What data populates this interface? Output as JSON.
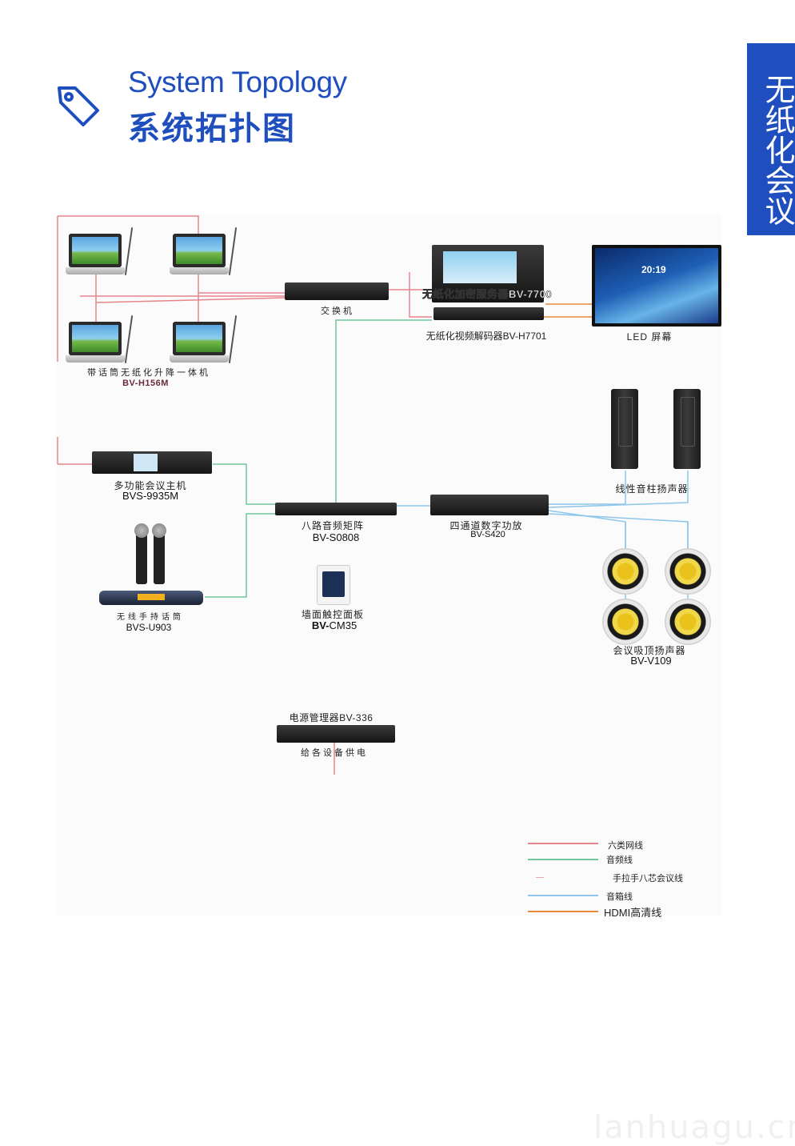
{
  "side_tab": {
    "text": "无纸化会议"
  },
  "header": {
    "title_en": "System Topology",
    "title_cn": "系统拓扑图"
  },
  "devices": {
    "laptops": {
      "label": "带话筒无纸化升降一体机",
      "model": "BV-H156M"
    },
    "switch": {
      "label": "交换机"
    },
    "server": {
      "overlay_text": "无纸化加密服务器BV-7700"
    },
    "decoder": {
      "label": "无纸化视频解码器BV-H7701"
    },
    "led": {
      "label": "LED 屏幕",
      "screen_time": "20:19"
    },
    "host": {
      "label": "多功能会议主机",
      "model": "BVS-9935M"
    },
    "matrix": {
      "label": "八路音频矩阵",
      "model": "BV-S0808"
    },
    "amplifier": {
      "label": "四通道数字功放",
      "model": "BV-S420"
    },
    "column_speakers": {
      "label": "线性音柱扬声器"
    },
    "wireless_mic": {
      "label": "无线手持话筒",
      "model": "BVS-U903"
    },
    "touch_panel": {
      "label": "墙面触控面板",
      "model_bold": "BV-",
      "model_rest": "CM35"
    },
    "ceiling_speakers": {
      "label": "会议吸顶扬声器",
      "model": "BV-V109"
    },
    "power": {
      "label": "电源管理器BV-336",
      "sublabel": "给各设备供电"
    }
  },
  "legend": [
    {
      "label": "六类网线",
      "color": "#e8858a"
    },
    {
      "label": "音频线",
      "color": "#72c49a"
    },
    {
      "label": "手拉手八芯会议线",
      "color": "#f2a4a4"
    },
    {
      "label": "音箱线",
      "color": "#8cc6ea"
    },
    {
      "label": "HDMI高清线",
      "color": "#e88a3a"
    }
  ],
  "colors": {
    "brand_blue": "#1f4fbf",
    "network": "#e8858a",
    "audio": "#72c49a",
    "speaker": "#8cc6ea",
    "hdmi": "#e88a3a"
  },
  "watermark": "lanhuagu.cn"
}
